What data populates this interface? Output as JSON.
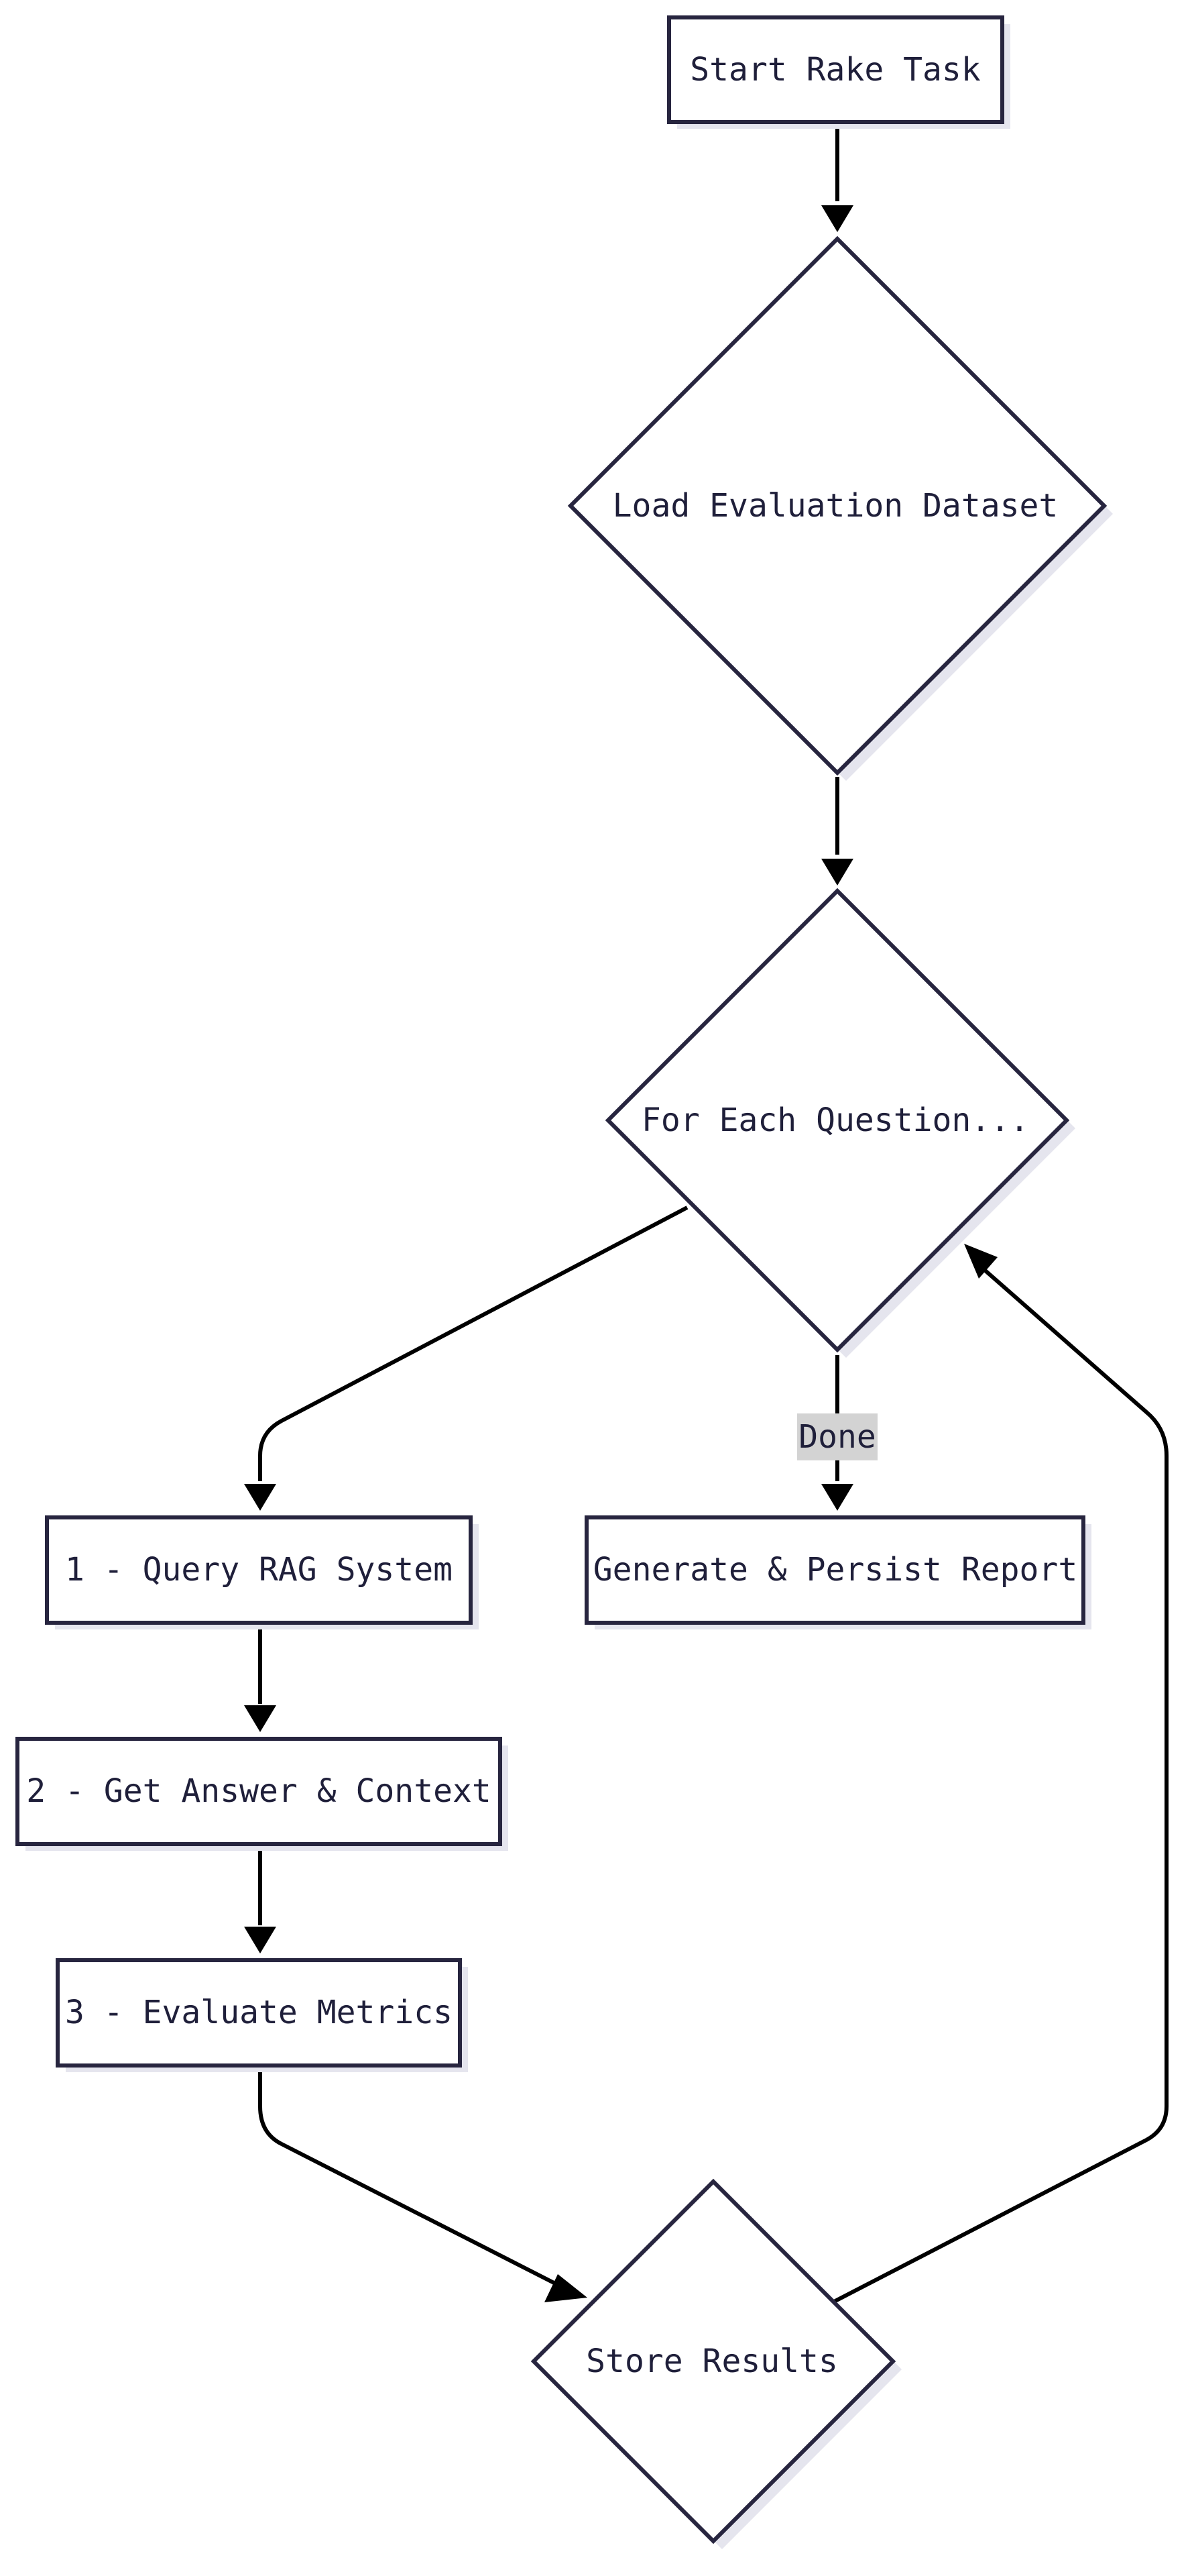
{
  "colors": {
    "node_stroke": "#27253f",
    "node_fill": "#ffffff",
    "node_shadow": "#e5e5ee",
    "edge": "#000000",
    "text": "#1f1f3a",
    "edge_label_bg": "#d3d3d3"
  },
  "nodes": {
    "start": {
      "label": "Start Rake Task",
      "shape": "rectangle"
    },
    "load": {
      "label": "Load Evaluation Dataset",
      "shape": "diamond"
    },
    "each": {
      "label": "For Each Question...",
      "shape": "diamond"
    },
    "query": {
      "label": "1 - Query RAG System",
      "shape": "rectangle"
    },
    "report": {
      "label": "Generate & Persist Report",
      "shape": "rectangle"
    },
    "answer": {
      "label": "2 - Get Answer & Context",
      "shape": "rectangle"
    },
    "evaluate": {
      "label": "3 - Evaluate Metrics",
      "shape": "rectangle"
    },
    "store": {
      "label": "Store Results",
      "shape": "diamond"
    }
  },
  "edges": [
    {
      "from": "start",
      "to": "load",
      "label": ""
    },
    {
      "from": "load",
      "to": "each",
      "label": ""
    },
    {
      "from": "each",
      "to": "query",
      "label": ""
    },
    {
      "from": "each",
      "to": "report",
      "label": "Done"
    },
    {
      "from": "query",
      "to": "answer",
      "label": ""
    },
    {
      "from": "answer",
      "to": "evaluate",
      "label": ""
    },
    {
      "from": "evaluate",
      "to": "store",
      "label": ""
    },
    {
      "from": "store",
      "to": "each",
      "label": ""
    }
  ]
}
